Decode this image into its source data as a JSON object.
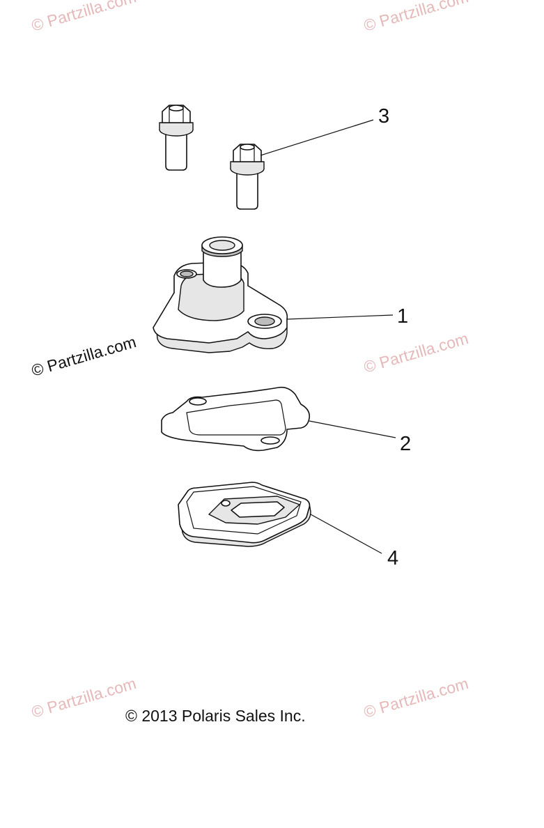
{
  "watermark_text": "© Partzilla.com",
  "callouts": {
    "c1": "1",
    "c2": "2",
    "c3": "3",
    "c4": "4"
  },
  "copyright": "© 2013 Polaris Sales Inc."
}
